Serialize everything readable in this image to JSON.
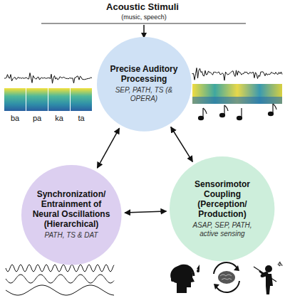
{
  "diagram": {
    "title": "Acoustic Stimuli",
    "nodes": [
      {
        "text": [
          "Precise Auditory Processing",
          "SEP, PATH, TS (& OPERA)"
        ]
      },
      {
        "text": [
          "Synchronization/ Entrainment of Neural Oscillations (Hierarchical)",
          "PATH, TS & DAT"
        ]
      },
      {
        "text": [
          "Sensorimotor Coupling (Perception/ Production)",
          "ASAP, SEP, PATH, active sensing"
        ]
      }
    ],
    "edges": [
      {
        "from": 0,
        "to": 1,
        "arrow": "both"
      },
      {
        "from": 0,
        "to": 2,
        "arrow": "both"
      },
      {
        "from": 1,
        "to": 2,
        "arrow": "both"
      }
    ],
    "labels": [
      "(music, speech)",
      "ba",
      "pa",
      "ka",
      "ta"
    ]
  }
}
